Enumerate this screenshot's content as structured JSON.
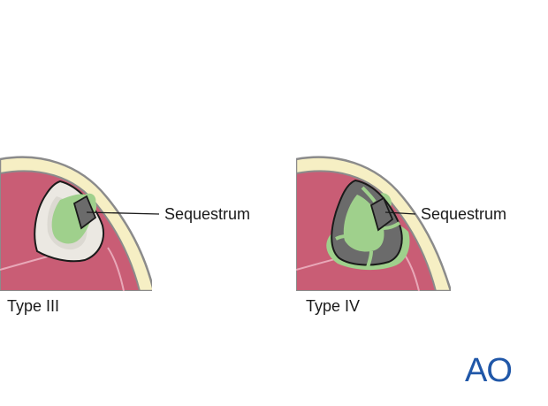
{
  "panels": [
    {
      "caption": "Type III",
      "label": "Sequestrum"
    },
    {
      "caption": "Type IV",
      "label": "Sequestrum"
    }
  ],
  "logo": {
    "text": "AO"
  },
  "colors": {
    "muscle": "#c95d75",
    "muscle_line": "#e8a8b8",
    "fat": "#f6efc4",
    "skin_line": "#8b8b8b",
    "bone_light": "#ebe8e2",
    "bone_dark": "#6b6b6b",
    "granulation": "#9fd08c",
    "brand_blue": "#2057a8"
  }
}
